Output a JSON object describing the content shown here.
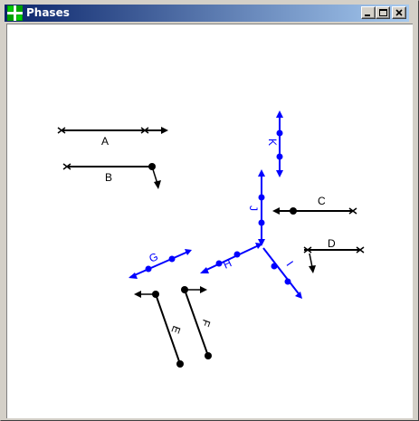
{
  "window": {
    "title": "Phases",
    "icon": "green-cross-app-icon",
    "controls": [
      "minimize-icon",
      "maximize-icon",
      "close-icon"
    ]
  },
  "phases": [
    {
      "label": "A",
      "color": "#000000"
    },
    {
      "label": "B",
      "color": "#000000"
    },
    {
      "label": "C",
      "color": "#000000"
    },
    {
      "label": "D",
      "color": "#000000"
    },
    {
      "label": "E",
      "color": "#000000"
    },
    {
      "label": "F",
      "color": "#000000"
    },
    {
      "label": "G",
      "color": "#0000ff"
    },
    {
      "label": "H",
      "color": "#0000ff"
    },
    {
      "label": "I",
      "color": "#0000ff"
    },
    {
      "label": "J",
      "color": "#0000ff"
    },
    {
      "label": "K",
      "color": "#0000ff"
    }
  ]
}
